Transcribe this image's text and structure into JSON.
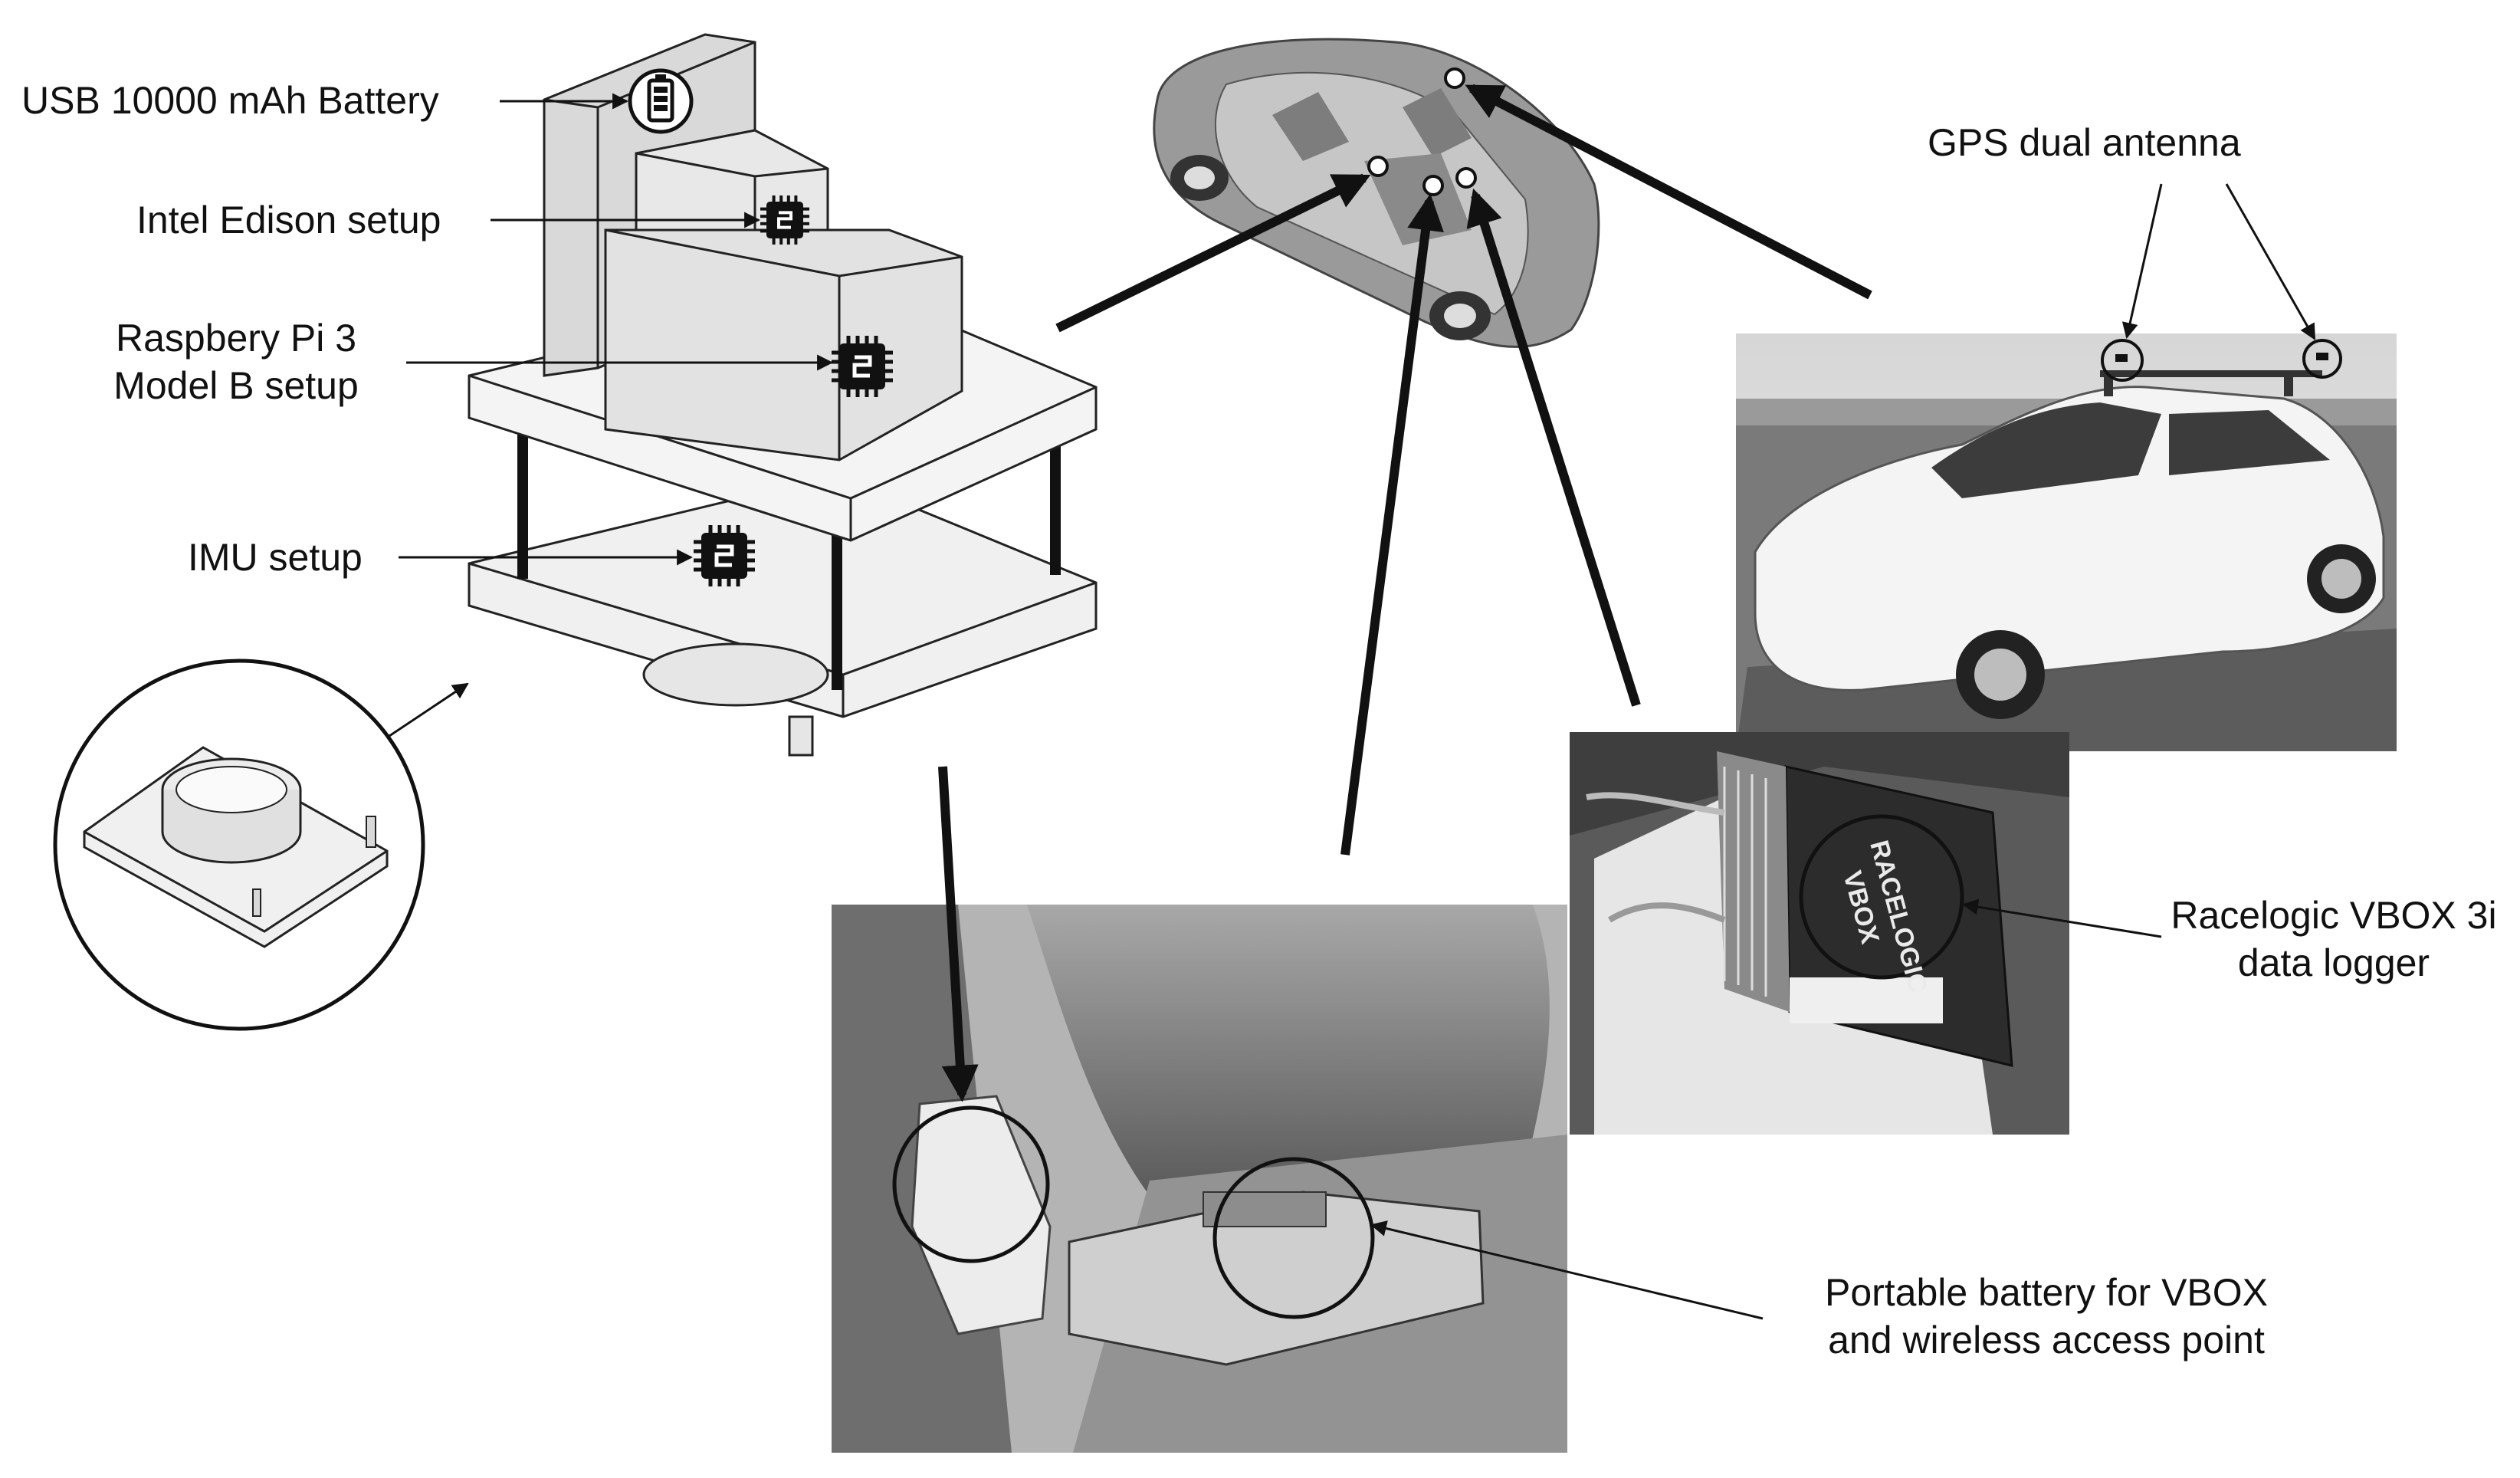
{
  "labels": {
    "usb_battery": "USB 10000 mAh Battery",
    "intel_edison": "Intel Edison setup",
    "raspberry_pi": "Raspbery Pi 3\nModel B setup",
    "imu": "IMU setup",
    "gps": "GPS dual antenna",
    "vbox_logger": "Racelogic VBOX 3i\ndata logger",
    "portable_battery": "Portable battery for VBOX\nand wireless access point"
  },
  "device_brand": "RACELOGIC\nVBOX",
  "colors": {
    "ink": "#111111",
    "box_face": "#f0f0f0",
    "box_side": "#d9d9d9",
    "photo_bg": "#8c8c8c"
  },
  "icons": [
    "battery-icon",
    "chip-icon",
    "car-icon"
  ]
}
